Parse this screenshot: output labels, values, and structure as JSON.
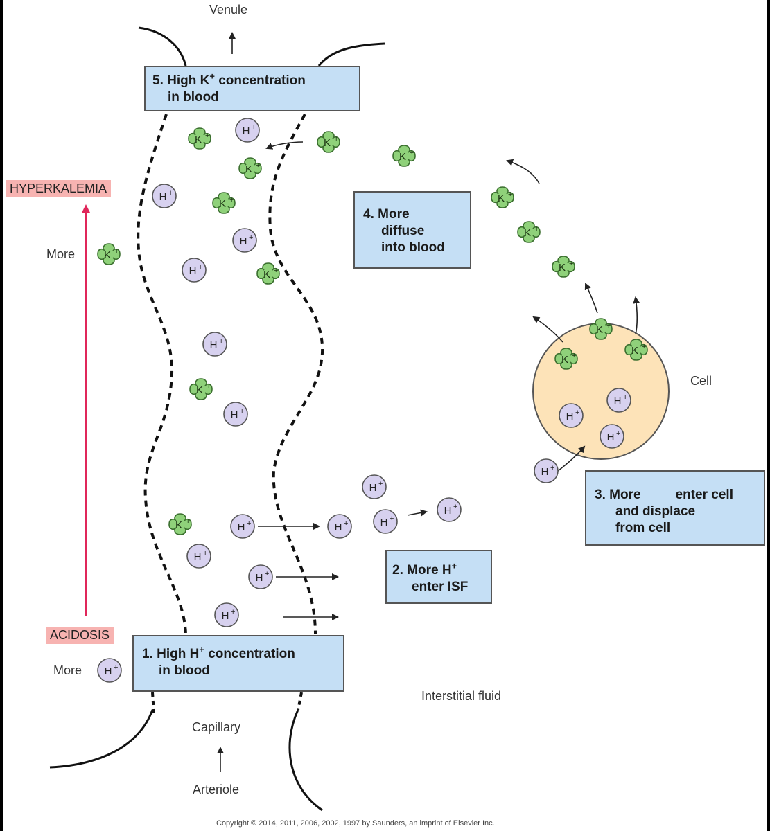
{
  "labels": {
    "venule": "Venule",
    "capillary": "Capillary",
    "arteriole": "Arteriole",
    "cell": "Cell",
    "interstitial": "Interstitial fluid",
    "hyperkalemia": "HYPERKALEMIA",
    "acidosis": "ACIDOSIS",
    "more_k": "More",
    "more_h": "More",
    "copyright": "Copyright © 2014, 2011, 2006, 2002, 1997 by Saunders, an imprint of Elsevier Inc."
  },
  "steps": {
    "s1": {
      "num": "1.",
      "text_a": "High H",
      "sup": "+",
      "text_b": " concentration",
      "line2": "in blood"
    },
    "s2": {
      "num": "2.",
      "text_a": "More H",
      "sup": "+",
      "line2": "enter ISF"
    },
    "s3": {
      "num": "3.",
      "text_a": "More",
      "text_b": "enter cell",
      "line2": "and displace",
      "line3": "from cell"
    },
    "s4": {
      "num": "4.",
      "text_a": "More",
      "line2": "diffuse",
      "line3": "into blood"
    },
    "s5": {
      "num": "5.",
      "text_a": "High K",
      "sup": "+",
      "text_b": " concentration",
      "line2": "in blood"
    }
  },
  "ions": {
    "k_label": "K+",
    "h_label": "H+",
    "k_color": "#8fd17a",
    "h_color": "#d7d1ef"
  },
  "colors": {
    "box_fill": "#c5dff5",
    "red_label_fill": "#f7b3b1",
    "red_arrow": "#e0265a",
    "cell_fill": "#fde3b8"
  }
}
